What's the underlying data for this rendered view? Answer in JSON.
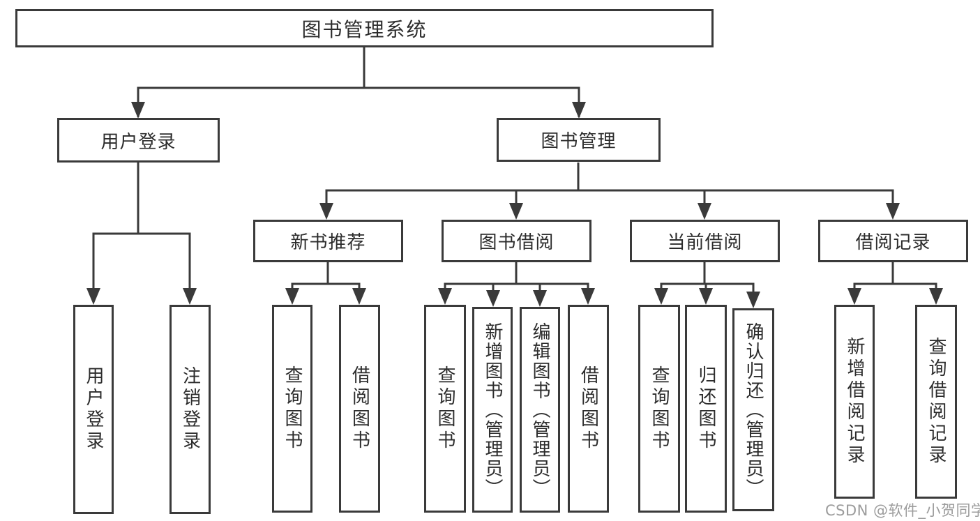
{
  "diagram": {
    "root": {
      "label": "图书管理系统"
    },
    "level2": [
      {
        "label": "用户登录",
        "parent": "图书管理系统"
      },
      {
        "label": "图书管理",
        "parent": "图书管理系统"
      }
    ],
    "level3": [
      {
        "label": "新书推荐",
        "parent": "图书管理"
      },
      {
        "label": "图书借阅",
        "parent": "图书管理"
      },
      {
        "label": "当前借阅",
        "parent": "图书管理"
      },
      {
        "label": "借阅记录",
        "parent": "图书管理"
      }
    ],
    "leaves": [
      {
        "label": "用户登录",
        "parent": "用户登录"
      },
      {
        "label": "注销登录",
        "parent": "用户登录"
      },
      {
        "label": "查询图书",
        "parent": "新书推荐"
      },
      {
        "label": "借阅图书",
        "parent": "新书推荐"
      },
      {
        "label": "查询图书",
        "parent": "图书借阅"
      },
      {
        "label": "新增图书（管理员）",
        "parent": "图书借阅"
      },
      {
        "label": "编辑图书（管理员）",
        "parent": "图书借阅"
      },
      {
        "label": "借阅图书",
        "parent": "图书借阅"
      },
      {
        "label": "查询图书",
        "parent": "当前借阅"
      },
      {
        "label": "归还图书",
        "parent": "当前借阅"
      },
      {
        "label": "确认归还（管理员）",
        "parent": "当前借阅"
      },
      {
        "label": "新增借阅记录",
        "parent": "借阅记录"
      },
      {
        "label": "查询借阅记录",
        "parent": "借阅记录"
      }
    ]
  },
  "watermark": {
    "text": "CSDN @软件_小贺同学"
  },
  "colors": {
    "background": "#ffffff",
    "border": "#3a3a3a",
    "text": "#2c2c2c",
    "watermark": "#9c9c9c"
  }
}
